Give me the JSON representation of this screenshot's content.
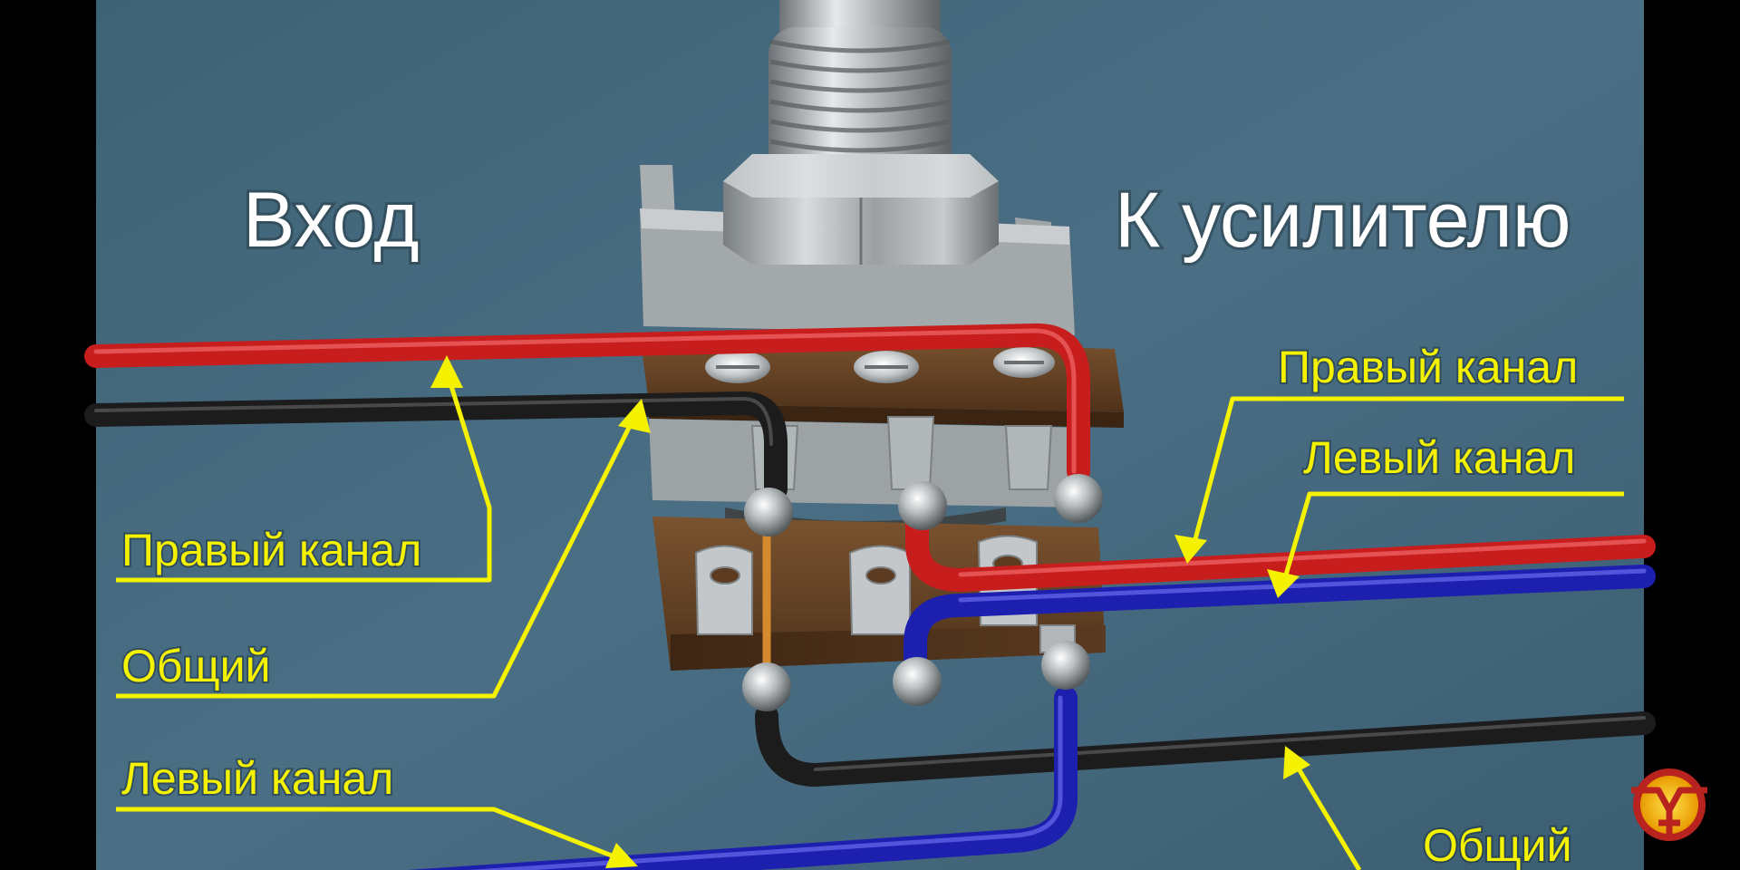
{
  "headings": {
    "input": "Вход",
    "to_amplifier": "К усилителю"
  },
  "labels_left": {
    "right_channel": "Правый канал",
    "common": "Общий",
    "left_channel": "Левый канал"
  },
  "labels_right": {
    "right_channel": "Правый канал",
    "left_channel": "Левый канал",
    "common": "Общий"
  },
  "colors": {
    "background": "#46697f",
    "label": "#f4f200",
    "wire_red": "#c81d1d",
    "wire_black": "#1c1c1c",
    "wire_blue": "#1d1fae",
    "wire_copper": "#d68a2e",
    "potentiometer_body": "#5f3b1f",
    "metal": "#b8bdc0"
  },
  "icons": {
    "logo": "channel-logo-icon"
  }
}
